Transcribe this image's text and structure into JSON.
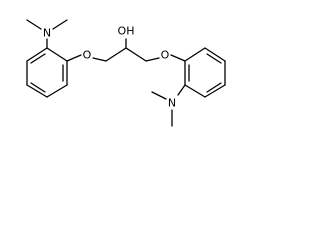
{
  "molecule": {
    "atoms": {
      "n_top": "N",
      "o_left": "O",
      "oh": "OH",
      "o_right": "O",
      "n_bottom": "N"
    }
  },
  "colors": {
    "bond": "#000000",
    "text": "#000000",
    "background": "#ffffff"
  }
}
